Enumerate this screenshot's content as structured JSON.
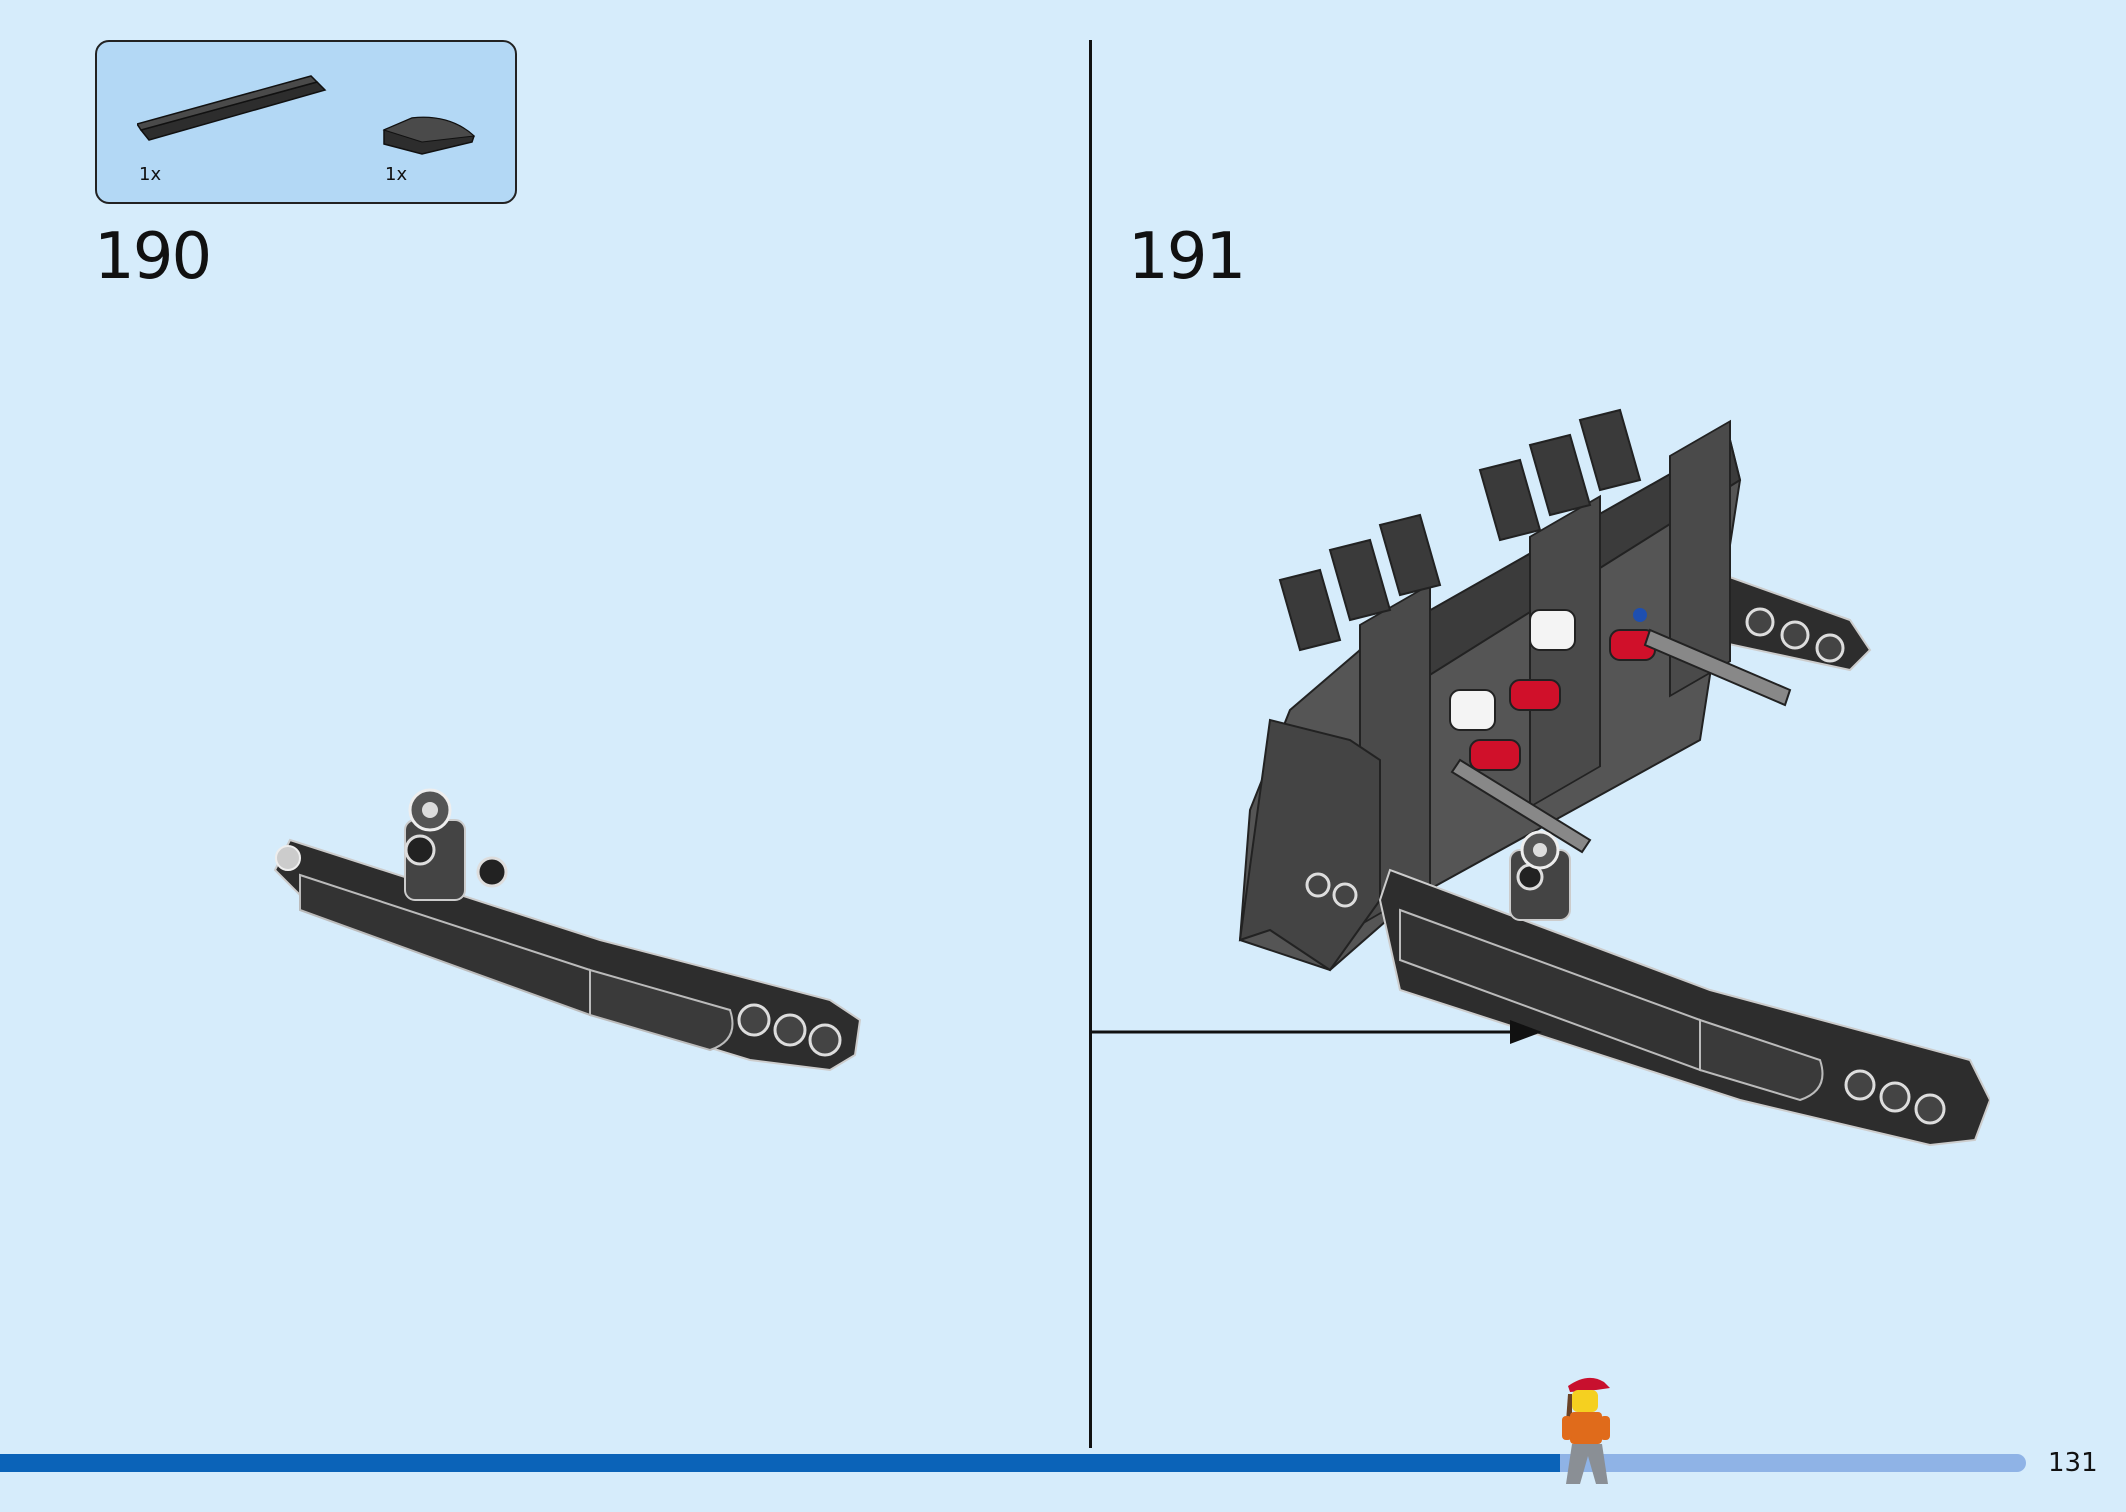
{
  "parts_callout": {
    "items": [
      {
        "name": "flat-tile-1x8",
        "qty": "1x",
        "color": "#2d2d2d"
      },
      {
        "name": "curved-slope-2x2",
        "qty": "1x",
        "color": "#2d2d2d"
      }
    ]
  },
  "steps": [
    {
      "number": "190"
    },
    {
      "number": "191"
    }
  ],
  "page_number": "131",
  "progress": {
    "fraction": 0.77,
    "fill_color": "#0b63b8",
    "rest_color": "#8fb3e6"
  },
  "colors": {
    "background": "#d6ecfb",
    "callout": "#b3d8f5",
    "brick_dark": "#2d2d2d",
    "brick_mid": "#555555",
    "accent_red": "#d0102a"
  }
}
